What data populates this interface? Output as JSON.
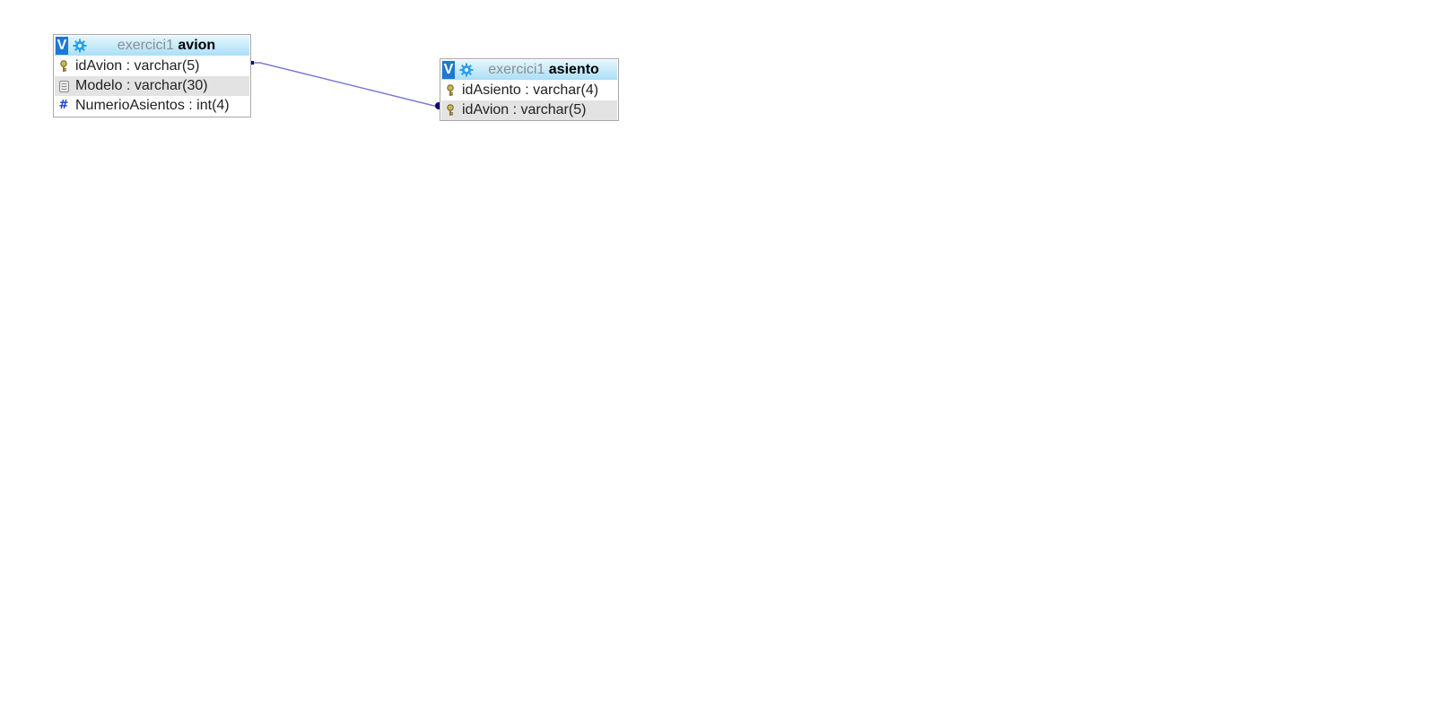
{
  "colors": {
    "header_gradient_top": "#e6f6fd",
    "header_gradient_bottom": "#a9dff7",
    "toggle_bg": "#1b78d4",
    "relation_line": "#7b7bd0",
    "relation_endpoint": "#0a0a6e",
    "alt_row": "#e3e3e3"
  },
  "tables": {
    "avion": {
      "toggle_label": "V",
      "db": "exercici1",
      "name": "avion",
      "columns": [
        {
          "label": "idAvion : varchar(5)",
          "icon": "primary-key-icon"
        },
        {
          "label": "Modelo : varchar(30)",
          "icon": "text-column-icon"
        },
        {
          "label": "NumerioAsientos : int(4)",
          "icon": "numeric-column-icon"
        }
      ]
    },
    "asiento": {
      "toggle_label": "V",
      "db": "exercici1",
      "name": "asiento",
      "columns": [
        {
          "label": "idAsiento : varchar(4)",
          "icon": "primary-key-icon"
        },
        {
          "label": "idAvion : varchar(5)",
          "icon": "primary-key-icon"
        }
      ]
    }
  },
  "relations": [
    {
      "from": "avion.idAvion",
      "to": "asiento.idAvion"
    }
  ]
}
